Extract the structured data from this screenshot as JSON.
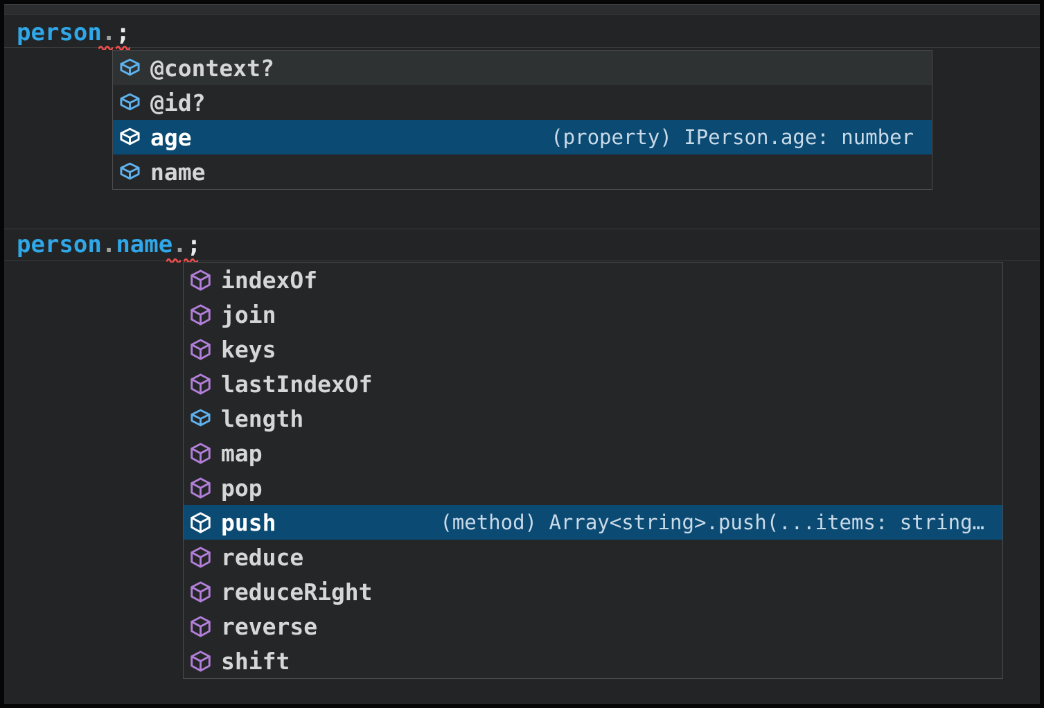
{
  "code_line_1": {
    "word1": "person",
    "dot1": ".",
    "semicolon": ";"
  },
  "code_line_2": {
    "word1": "person",
    "dot1": ".",
    "word2": "name",
    "dot2": ".",
    "semicolon": ";"
  },
  "suggest_1": {
    "items": [
      {
        "label": "@context?",
        "kind": "field"
      },
      {
        "label": "@id?",
        "kind": "field"
      },
      {
        "label": "age",
        "kind": "field",
        "selected": true,
        "detail": "(property) IPerson.age: number"
      },
      {
        "label": "name",
        "kind": "field"
      }
    ]
  },
  "suggest_2": {
    "items": [
      {
        "label": "indexOf",
        "kind": "method"
      },
      {
        "label": "join",
        "kind": "method"
      },
      {
        "label": "keys",
        "kind": "method"
      },
      {
        "label": "lastIndexOf",
        "kind": "method"
      },
      {
        "label": "length",
        "kind": "field"
      },
      {
        "label": "map",
        "kind": "method"
      },
      {
        "label": "pop",
        "kind": "method"
      },
      {
        "label": "push",
        "kind": "method",
        "selected": true,
        "detail": "(method) Array<string>.push(...items: string…"
      },
      {
        "label": "reduce",
        "kind": "method"
      },
      {
        "label": "reduceRight",
        "kind": "method"
      },
      {
        "label": "reverse",
        "kind": "method"
      },
      {
        "label": "shift",
        "kind": "method"
      }
    ]
  },
  "colors": {
    "editor_background": "#232425",
    "widget_background": "#252628",
    "widget_border": "#4c4c4e",
    "selected_row_background": "#0b4a73",
    "hover_row_background": "#2e3233",
    "identifier_blue": "#2fa7e8",
    "field_icon_blue": "#5fb2ee",
    "method_icon_purple": "#b27fd9",
    "label_gray": "#d6d6d6",
    "detail_text": "#c9dae8",
    "error_squiggle_red": "#f24d4d"
  }
}
